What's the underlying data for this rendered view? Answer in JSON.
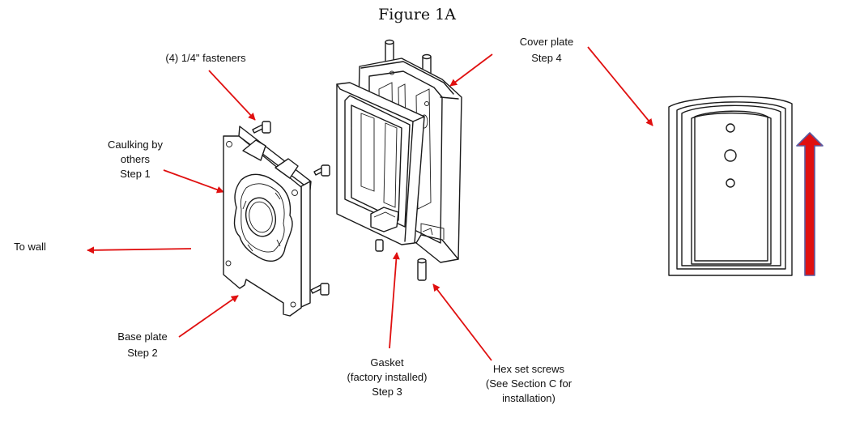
{
  "figure": {
    "title": "Figure 1A",
    "labels": {
      "fasteners": "(4) 1/4\" fasteners",
      "caulking_1": "Caulking by",
      "caulking_2": "others",
      "caulking_3": "Step 1",
      "to_wall": "To wall",
      "base_plate_1": "Base plate",
      "base_plate_2": "Step 2",
      "gasket_1": "Gasket",
      "gasket_2": "(factory installed)",
      "gasket_3": "Step 3",
      "cover_plate_1": "Cover plate",
      "cover_plate_2": "Step 4",
      "hex_1": "Hex set screws",
      "hex_2": "(See Section C for",
      "hex_3": "installation)"
    },
    "colors": {
      "callout_arrow": "#e01010",
      "up_arrow_fill": "#e01010",
      "up_arrow_outline": "#5a5aa0",
      "line_art": "#1a1a1a"
    }
  }
}
